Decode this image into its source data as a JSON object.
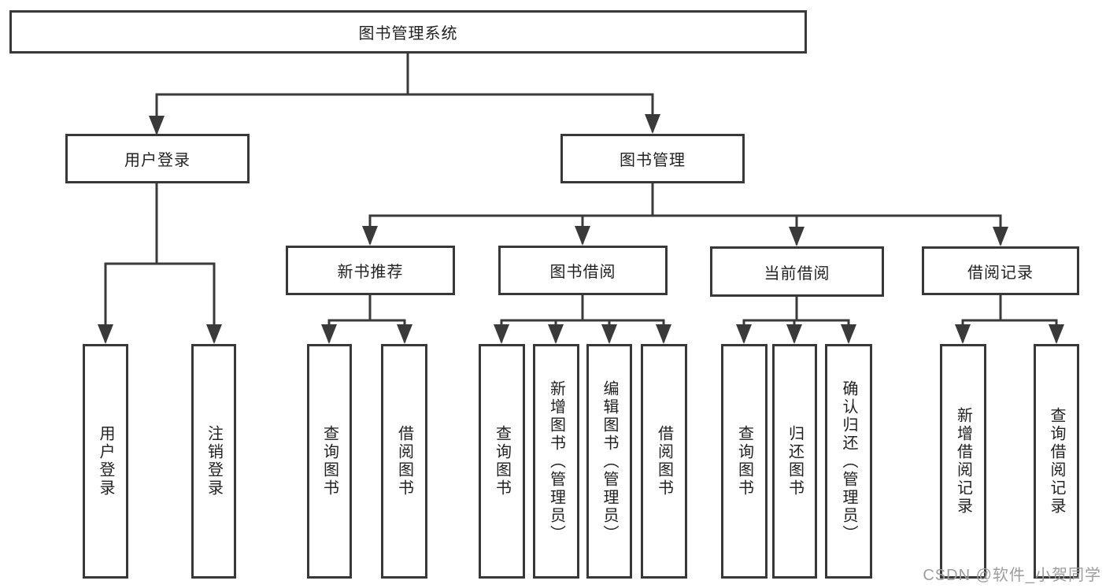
{
  "diagram": {
    "type": "hierarchy-tree",
    "colors": {
      "line": "#3a3a3a",
      "box_border": "#383838",
      "box_fill": "#ffffff",
      "text": "#222222",
      "watermark": "#9d9d9d",
      "background": "#ffffff"
    },
    "tree": {
      "label": "图书管理系统",
      "children": [
        {
          "label": "用户登录",
          "children": [
            {
              "label": "用户登录"
            },
            {
              "label": "注销登录"
            }
          ]
        },
        {
          "label": "图书管理",
          "children": [
            {
              "label": "新书推荐",
              "children": [
                {
                  "label": "查询图书"
                },
                {
                  "label": "借阅图书"
                }
              ]
            },
            {
              "label": "图书借阅",
              "children": [
                {
                  "label": "查询图书"
                },
                {
                  "label": "新增图书（管理员）"
                },
                {
                  "label": "编辑图书（管理员）"
                },
                {
                  "label": "借阅图书"
                }
              ]
            },
            {
              "label": "当前借阅",
              "children": [
                {
                  "label": "查询图书"
                },
                {
                  "label": "归还图书"
                },
                {
                  "label": "确认归还（管理员）"
                }
              ]
            },
            {
              "label": "借阅记录",
              "children": [
                {
                  "label": "新增借阅记录"
                },
                {
                  "label": "查询借阅记录"
                }
              ]
            }
          ]
        }
      ]
    },
    "watermark": {
      "text": "CSDN @软件_小贺同学"
    }
  }
}
